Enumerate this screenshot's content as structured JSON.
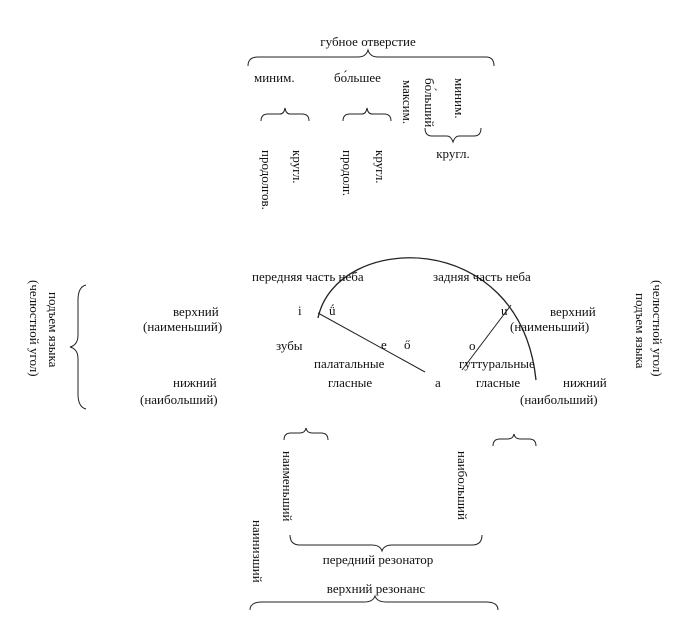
{
  "top": {
    "lip_opening": "губное отверстие",
    "minimum": "миним.",
    "greater": "бо́льшее",
    "maximum": "максим.",
    "greater_vertical": "бо́льший",
    "minimum_vertical": "миним.",
    "round_right": "кругл.",
    "left_group": {
      "elongated": "продолгов.",
      "round": "кругл."
    },
    "mid_group": {
      "elongated": "продолг.",
      "round": "кругл."
    }
  },
  "palate": {
    "front": "передняя часть неба",
    "back": "задняя часть неба"
  },
  "left_side": {
    "tongue_rise": "подъем языка",
    "jaw_angle": "(челюстной угол)",
    "upper": "верхний",
    "upper_note": "(наименьший)",
    "lower": "нижний",
    "lower_note": "(наибольший)"
  },
  "right_side": {
    "tongue_rise": "подъем языка",
    "jaw_angle": "(челюстной угол)",
    "upper": "верхний",
    "upper_note": "(наименьший)",
    "lower": "нижний",
    "lower_note": "(наибольший)"
  },
  "vowels": {
    "i": "i",
    "ue": "ǘ",
    "e": "e",
    "oe": "ő",
    "a": "a",
    "o": "o",
    "u": "u"
  },
  "center": {
    "teeth": "зубы",
    "palatal": "палатальные",
    "vowels_left": "гласные",
    "guttural": "гуттуральные",
    "vowels_right": "гласные"
  },
  "bottom": {
    "smallest": "наименьший",
    "largest": "наибольший",
    "front_resonator": "передний резонатор",
    "lowest": "наинизший",
    "upper_resonance": "верхний резонанс"
  }
}
